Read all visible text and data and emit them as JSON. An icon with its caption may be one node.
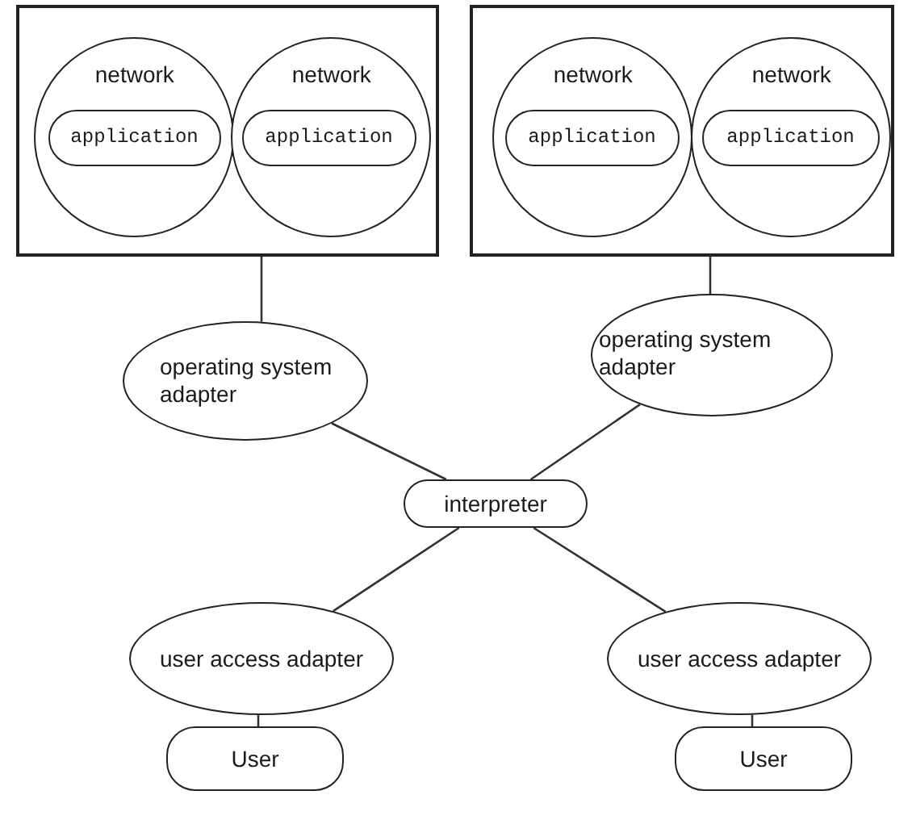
{
  "diagram": {
    "nodes": [
      {
        "text": [],
        "shape": "box"
      },
      {
        "text": [
          "network"
        ],
        "in": 0
      },
      {
        "text": [
          "application"
        ],
        "in": 1
      },
      {
        "text": [
          "network"
        ],
        "in": 0
      },
      {
        "text": [
          "application"
        ],
        "in": 3
      },
      {
        "text": [],
        "shape": "box"
      },
      {
        "text": [
          "network"
        ],
        "in": 5
      },
      {
        "text": [
          "application"
        ],
        "in": 6
      },
      {
        "text": [
          "network"
        ],
        "in": 5
      },
      {
        "text": [
          "application"
        ],
        "in": 8
      },
      {
        "text": [
          "operating system adapter"
        ]
      },
      {
        "text": [
          "operating system adapter"
        ]
      },
      {
        "text": [
          "interpreter"
        ]
      },
      {
        "text": [
          "user access adapter"
        ]
      },
      {
        "text": [
          "user access adapter"
        ]
      },
      {
        "text": [
          "User"
        ]
      },
      {
        "text": [
          "User"
        ]
      }
    ],
    "edges": [
      {
        "from": 0,
        "to": 10,
        "arrow": "none"
      },
      {
        "from": 5,
        "to": 11,
        "arrow": "none"
      },
      {
        "from": 10,
        "to": 12,
        "arrow": "none"
      },
      {
        "from": 11,
        "to": 12,
        "arrow": "none"
      },
      {
        "from": 12,
        "to": 13,
        "arrow": "none"
      },
      {
        "from": 12,
        "to": 14,
        "arrow": "none"
      },
      {
        "from": 13,
        "to": 15,
        "arrow": "none"
      },
      {
        "from": 14,
        "to": 16,
        "arrow": "none"
      }
    ]
  }
}
